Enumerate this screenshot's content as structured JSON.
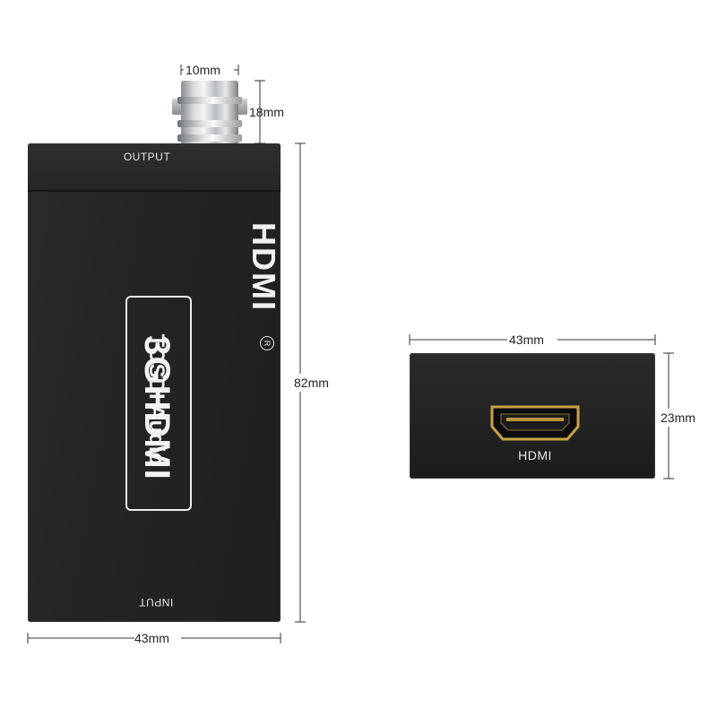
{
  "front_view": {
    "output_label": "OUTPUT",
    "input_label": "INPUT",
    "logo_line1": "3GHDMI",
    "logo_line2": "TOSDI Audio",
    "brand": "HDMI",
    "registered_mark": "R"
  },
  "dimensions": {
    "connector_width": "10mm",
    "connector_height": "18mm",
    "body_height": "82mm",
    "body_width": "43mm",
    "end_width": "43mm",
    "end_height": "23mm"
  },
  "end_view": {
    "port_label": "HDMI"
  }
}
